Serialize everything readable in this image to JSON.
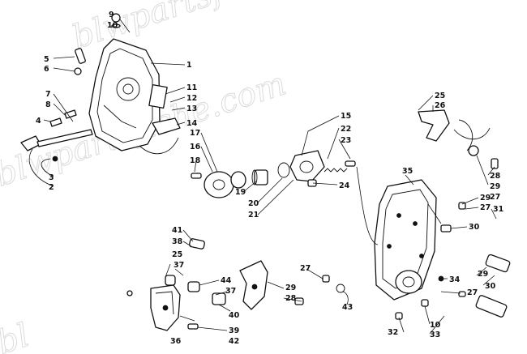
{
  "watermark": "blwpartsfiche.com",
  "watermark_fragment": "bl",
  "callouts": {
    "c1": "1",
    "c2": "2",
    "c3": "3",
    "c4": "4",
    "c5": "5",
    "c6": "6",
    "c7": "7",
    "c8": "8",
    "c9": "9",
    "c10": "10",
    "c11": "11",
    "c12": "12",
    "c13": "13",
    "c14": "14",
    "c15": "15",
    "c16": "16",
    "c17": "17",
    "c18": "18",
    "c19": "19",
    "c20": "20",
    "c21": "21",
    "c22": "22",
    "c23": "23",
    "c24": "24",
    "c25": "25",
    "c26": "26",
    "c27": "27",
    "c28": "28",
    "c29": "29",
    "c30": "30",
    "c31": "31",
    "c32": "32",
    "c33": "33",
    "c34": "34",
    "c35": "35",
    "c36": "36",
    "c37": "37",
    "c38": "38",
    "c39": "39",
    "c40": "40",
    "c41": "41",
    "c42": "42",
    "c43": "43",
    "c44": "44"
  }
}
